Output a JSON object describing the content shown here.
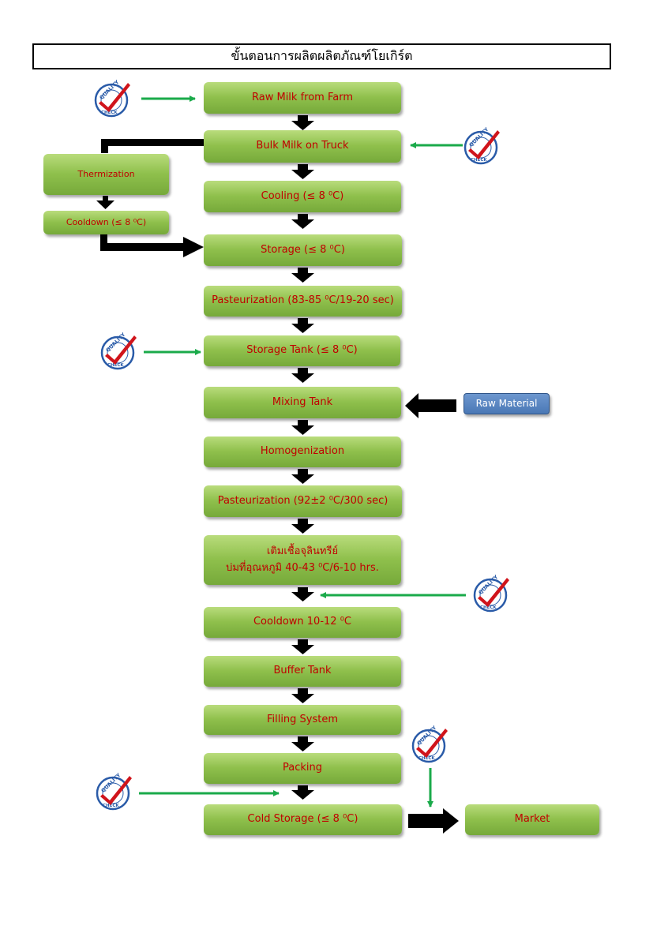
{
  "title": "ขั้นตอนการผลิตผลิตภัณฑ์โยเกิร์ต",
  "steps": {
    "raw_milk": "Raw Milk from Farm",
    "bulk_milk": "Bulk Milk on Truck",
    "cooling": "Cooling (≤ 8 ⁰C)",
    "storage": "Storage (≤ 8 ⁰C)",
    "pasteurization1": "Pasteurization (83-85 ⁰C/19-20 sec)",
    "storage_tank": "Storage Tank (≤ 8 ⁰C)",
    "mixing_tank": "Mixing Tank",
    "homogenization": "Homogenization",
    "pasteurization2": "Pasteurization (92±2 ⁰C/300 sec)",
    "inoculation_line1": "เติมเชื้อจุลินทรีย์",
    "inoculation_line2": "บ่มที่อุณหภูมิ 40-43 ⁰C/6-10 hrs.",
    "cooldown": "Cooldown 10-12 ⁰C",
    "buffer_tank": "Buffer Tank",
    "filling_system": "Filling System",
    "packing": "Packing",
    "cold_storage": "Cold Storage (≤ 8 ⁰C)",
    "market": "Market"
  },
  "side_steps": {
    "thermization": "Thermization",
    "side_cooldown": "Cooldown (≤ 8 ⁰C)",
    "raw_material": "Raw Material"
  },
  "badge": {
    "top_text": "QUALITY",
    "bottom_text": "CHECK"
  },
  "colors": {
    "box_green": "#8fc04c",
    "label_red": "#c00000",
    "arrow_green": "#1aaa4a",
    "arrow_black": "#000000",
    "raw_material_blue": "#4a78b5",
    "check_red": "#d0141b",
    "badge_blue": "#2a5ba8"
  }
}
